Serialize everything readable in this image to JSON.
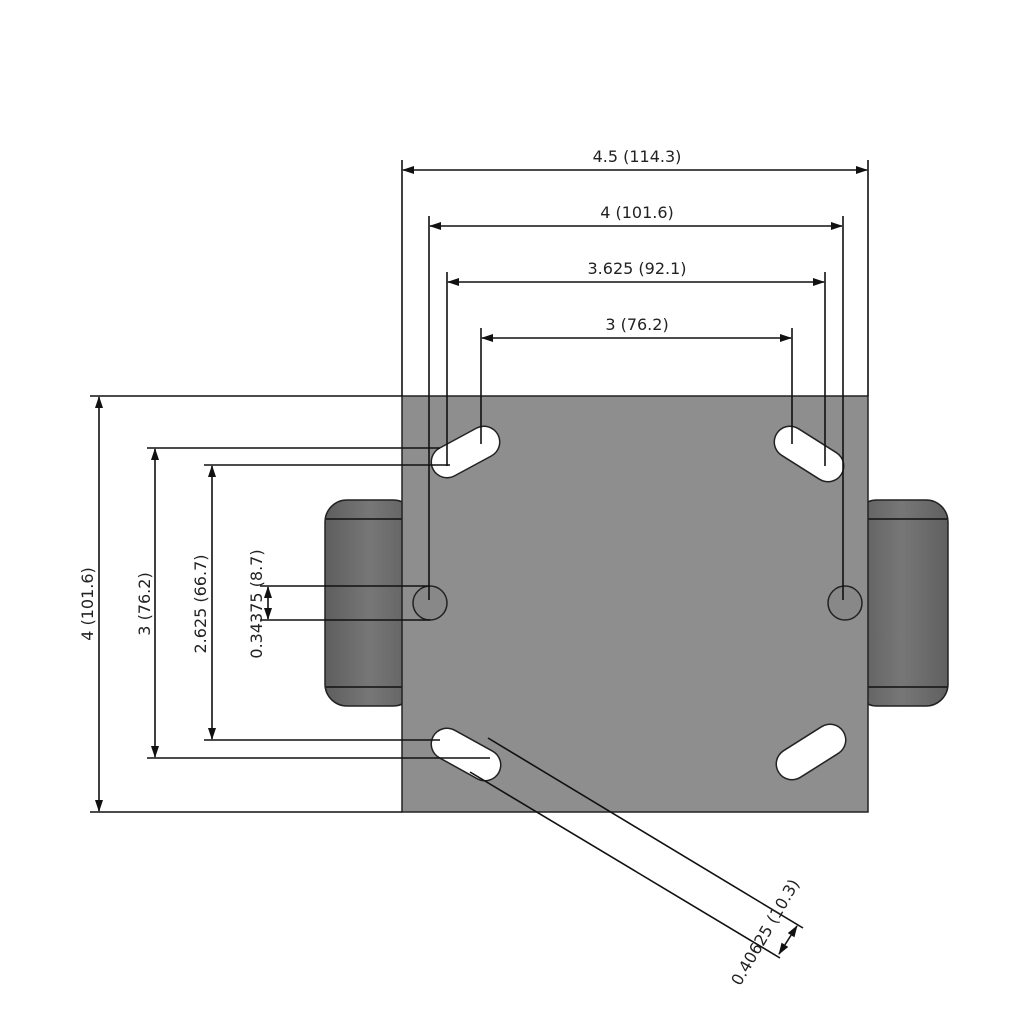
{
  "dimensions": {
    "overall_width": "4.5 (114.3)",
    "hole_span_outer": "4 (101.6)",
    "slot_span_outer": "3.625 (92.1)",
    "slot_span_inner": "3 (76.2)",
    "overall_height": "4 (101.6)",
    "slot_height_outer": "3 (76.2)",
    "slot_height_inner": "2.625 (66.7)",
    "hole_diameter": "0.34375 (8.7)",
    "slot_width": "0.40625 (10.3)"
  },
  "colors": {
    "plate": "#8e8e8e",
    "wheel": "#6a6a6a",
    "line": "#111111"
  }
}
